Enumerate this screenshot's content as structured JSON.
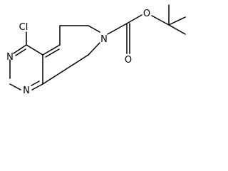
{
  "atom_labels": {
    "chlorine": "Cl",
    "ring_nitrogen_top": "N",
    "ring_nitrogen_bottom": "N",
    "amine_nitrogen": "N",
    "carbonyl_oxygen": "O",
    "ester_oxygen": "O"
  },
  "colors": {
    "bond": "#000000",
    "label": "#000000",
    "background": "#ffffff"
  }
}
